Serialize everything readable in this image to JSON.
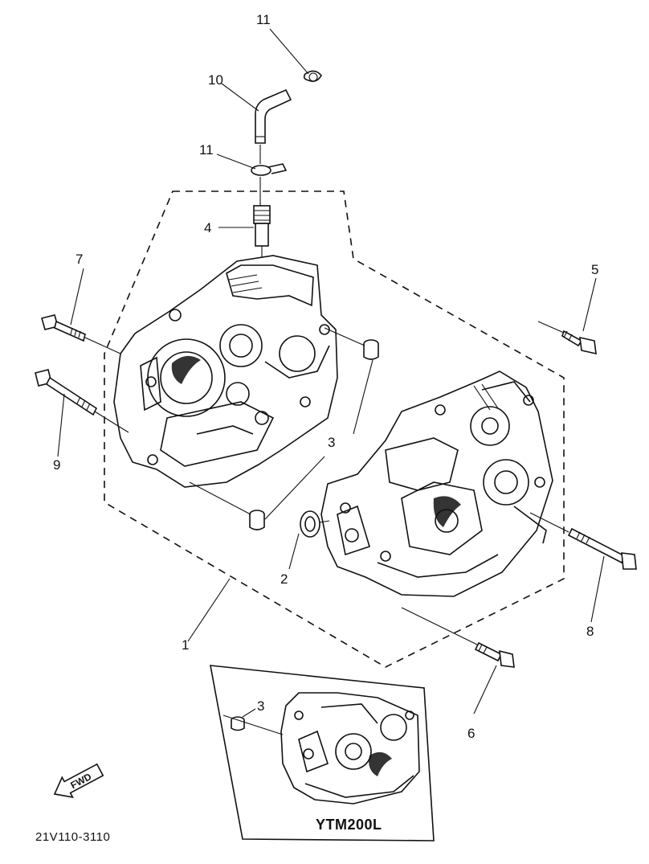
{
  "callouts": {
    "c11_top": "11",
    "c10": "10",
    "c11_mid": "11",
    "c4": "4",
    "c7": "7",
    "c9": "9",
    "c5": "5",
    "c3_right": "3",
    "c2": "2",
    "c1": "1",
    "c8": "8",
    "c6": "6",
    "c3_inset": "3"
  },
  "inset": {
    "title": "YTM200L"
  },
  "fwd_arrow": {
    "label": "FWD"
  },
  "diagram_code": "21V110-3110"
}
